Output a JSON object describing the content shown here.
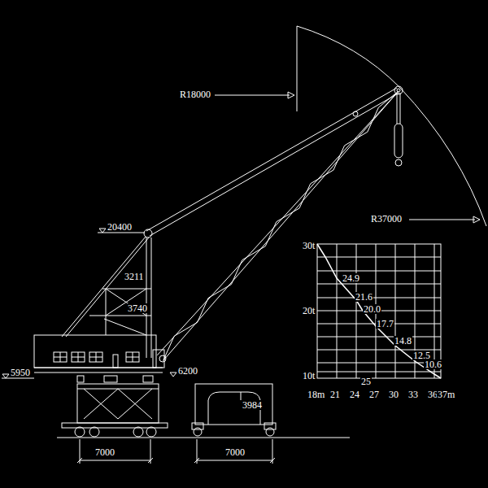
{
  "diagram": {
    "labels": [
      "R18000",
      "R37000",
      "20400",
      "3211",
      "3740",
      "5950",
      "6200",
      "3984",
      "7000",
      "7000",
      "30t",
      "20t",
      "10t",
      "24.9",
      "21.6",
      "20.0",
      "17.7",
      "14.8",
      "12.5",
      "10.6",
      "25",
      "18m",
      "21",
      "24",
      "27",
      "30",
      "33",
      "36",
      "37m"
    ]
  }
}
